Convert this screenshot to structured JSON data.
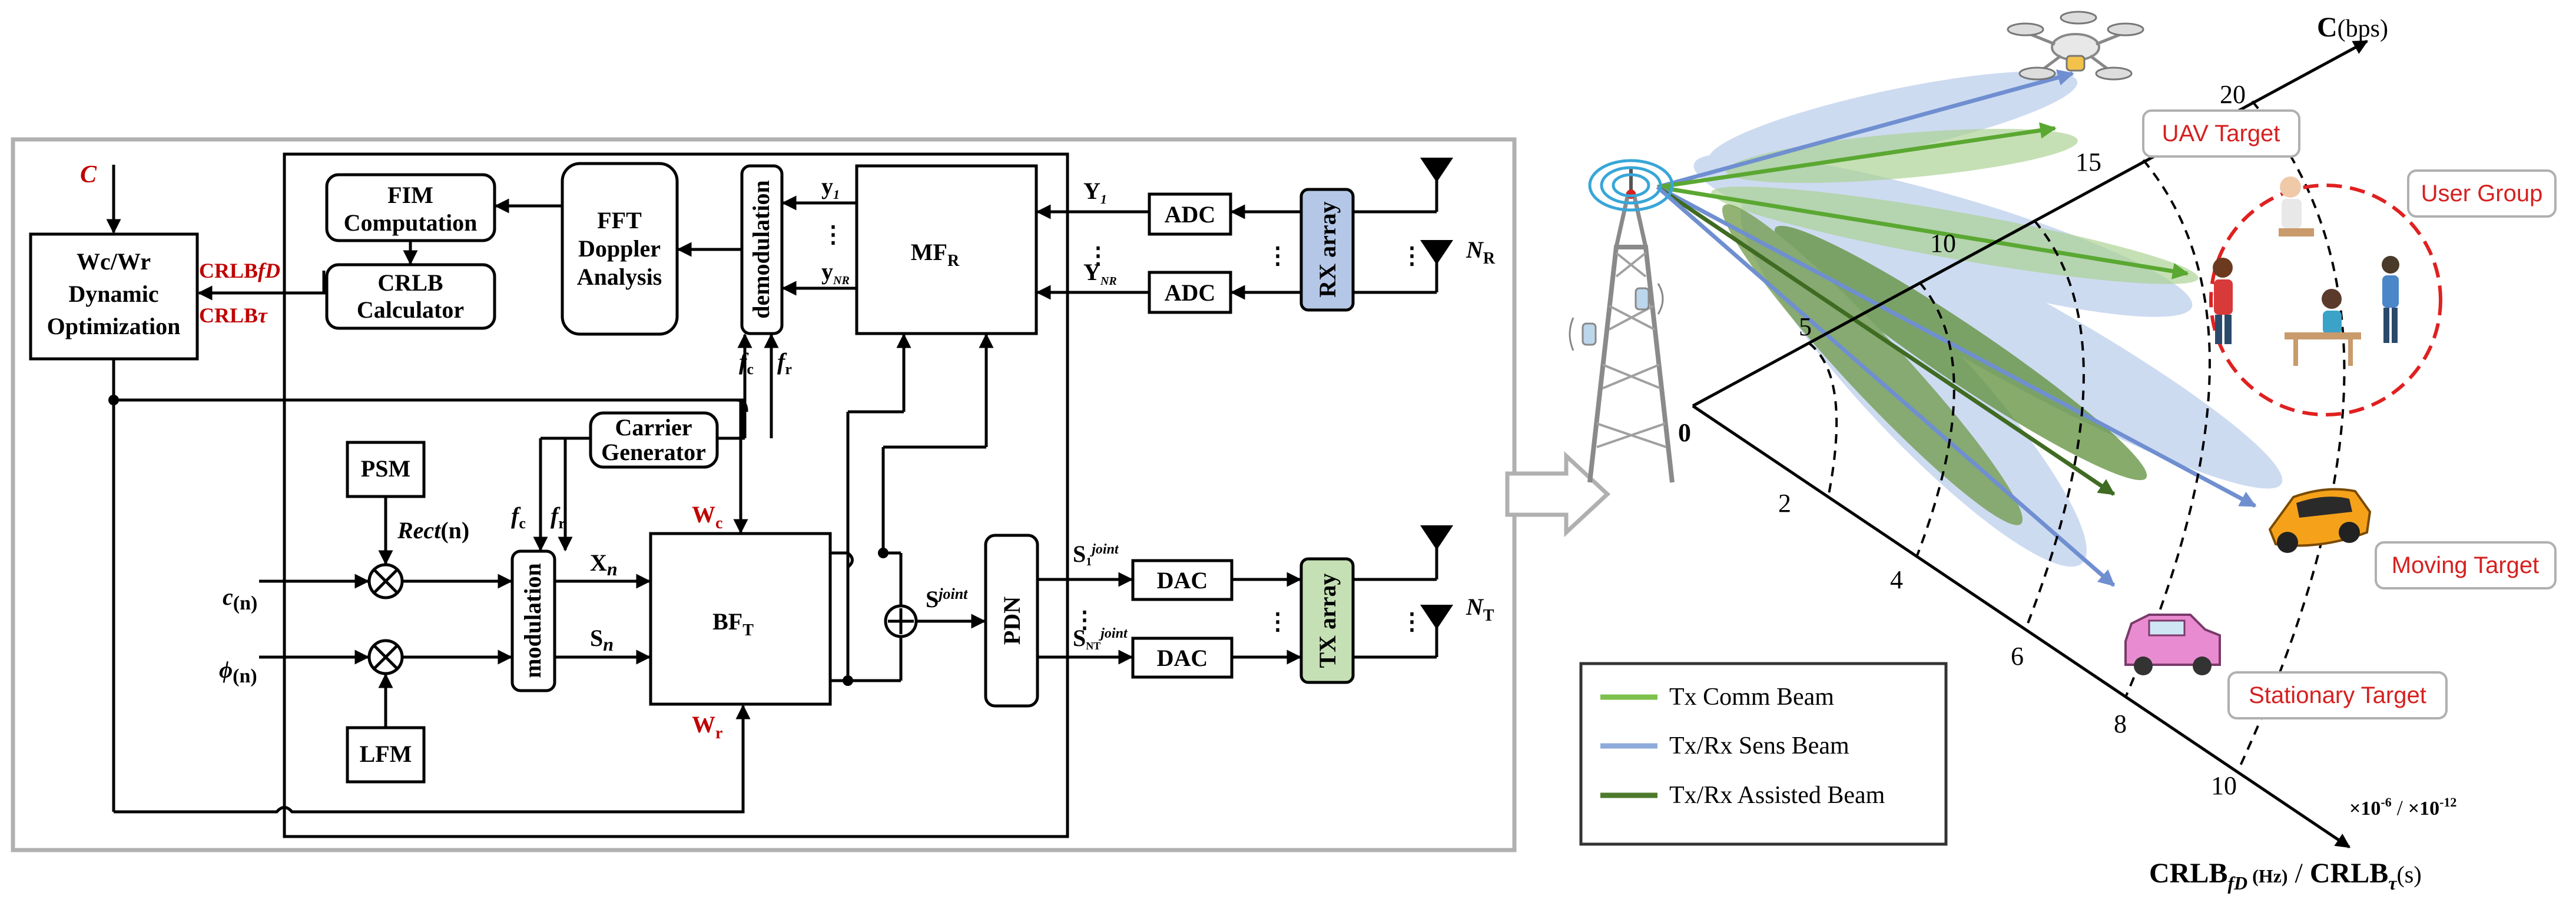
{
  "left_diagram": {
    "input_c": "C",
    "optimizer_lines": [
      "Wc/Wr",
      "Dynamic",
      "Optimization"
    ],
    "crlb_fd": "CRLB",
    "crlb_fd_sub": "fD",
    "crlb_tau": "CRLB",
    "crlb_tau_sub": "τ",
    "fim_lines": [
      "FIM",
      "Computation"
    ],
    "crlb_calc_lines": [
      "CRLB",
      "Calculator"
    ],
    "fft_lines": [
      "FFT",
      "Doppler",
      "Analysis"
    ],
    "demodulation": "demodulation",
    "mfr": "MF",
    "mfr_sub": "R",
    "y1": "y",
    "y1_sub": "1",
    "ynr": "y",
    "ynr_sub": "NR",
    "Y1": "Y",
    "Y1_sub": "1",
    "YNr": "Y",
    "YNr_sub": "NR",
    "adc": "ADC",
    "rx_array": "RX array",
    "n_r": "N",
    "n_r_sub": "R",
    "fc": "f",
    "fc_sub": "c",
    "fr": "f",
    "fr_sub": "r",
    "carrier_lines": [
      "Carrier",
      "Generator"
    ],
    "psm": "PSM",
    "rect": "Rect",
    "rect_arg": "(n)",
    "lfm": "LFM",
    "c_n": "c",
    "c_n_sub": "(n)",
    "phi_n": "ϕ",
    "phi_n_sub": "(n)",
    "modulation": "modulation",
    "xn": "X",
    "xn_sub": "n",
    "sn": "S",
    "sn_sub": "n",
    "wc": "W",
    "wc_sub": "c",
    "wr": "W",
    "wr_sub": "r",
    "bft": "BF",
    "bft_sub": "T",
    "sjoint": "S",
    "sjoint_sup": "joint",
    "pdn": "PDN",
    "s1joint": "S",
    "s1joint_sub": "1",
    "s1joint_sup": "joint",
    "sntjoint": "S",
    "sntjoint_sub": "NT",
    "sntjoint_sup": "joint",
    "dac": "DAC",
    "tx_array": "TX array",
    "n_t": "N",
    "n_t_sub": "T",
    "ellipsis": "⋮",
    "hdots": "⋮"
  },
  "right_diagram": {
    "capacity_axis_label": "C",
    "capacity_axis_unit": "(bps)",
    "capacity_ticks": [
      "5",
      "10",
      "15",
      "20"
    ],
    "crlb_ticks": [
      "2",
      "4",
      "6",
      "8",
      "10"
    ],
    "origin": "0",
    "bottom_axis_label_a": "CRLB",
    "bottom_axis_label_a_sub": "fD",
    "bottom_axis_label_a_unit": " (Hz)",
    "bottom_axis_sep": " / ",
    "bottom_axis_label_b": "CRLB",
    "bottom_axis_label_b_sub": "τ",
    "bottom_axis_label_b_unit": "(s)",
    "scale_note_a": "×10",
    "scale_note_a_exp": "-6",
    "scale_note_sep": " / ",
    "scale_note_b": "×10",
    "scale_note_b_exp": "-12",
    "targets": [
      "UAV Target",
      "User Group",
      "Moving Target",
      "Stationary Target"
    ],
    "legend": [
      {
        "label": "Tx Comm Beam",
        "color": "#7dc04b"
      },
      {
        "label": "Tx/Rx Sens Beam",
        "color": "#8eaadb"
      },
      {
        "label": "Tx/Rx Assisted Beam",
        "color": "#4e7a2c"
      }
    ],
    "colors": {
      "comm_beam": "#7dc04b",
      "sens_beam": "#8eaadb",
      "assisted_beam": "#4e7a2c",
      "target_label": "#d62020",
      "rx_array_fill": "#b4c7e7",
      "tx_array_fill": "#c5e0b4"
    }
  }
}
